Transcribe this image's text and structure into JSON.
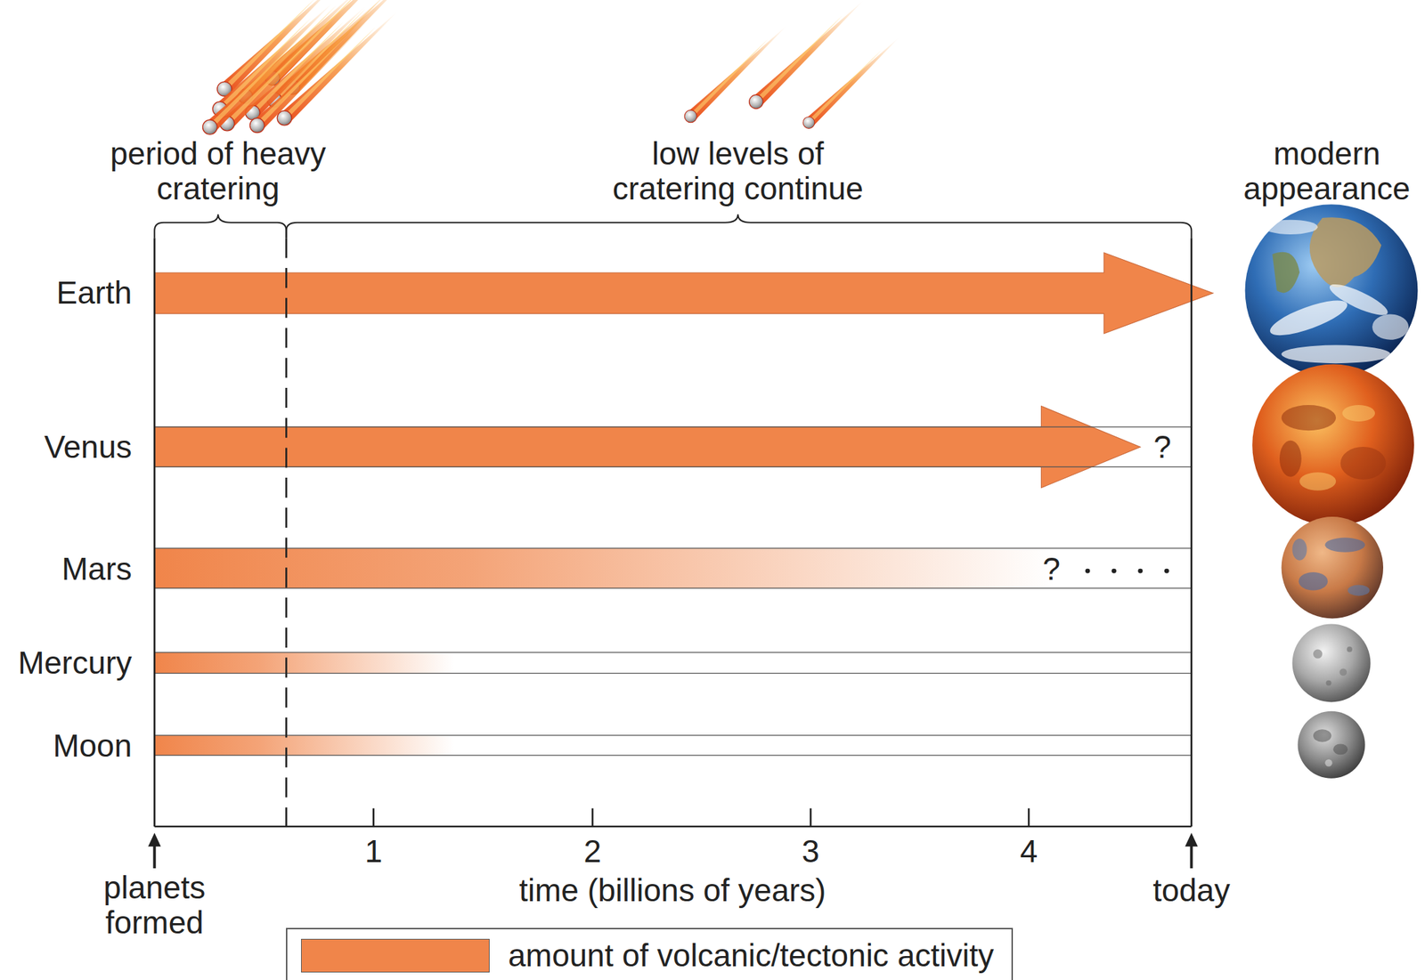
{
  "diagram": {
    "nodes": [
      {
        "text": [
          "Earth"
        ]
      },
      {
        "text": [
          "Venus",
          "?"
        ]
      },
      {
        "text": [
          "Mars",
          "?"
        ]
      },
      {
        "text": [
          "Mercury"
        ]
      },
      {
        "text": [
          "Moon"
        ]
      }
    ],
    "labels": [
      "period of heavy cratering",
      "low levels of cratering continue",
      "modern appearance",
      "1",
      "2",
      "3",
      "4",
      "planets formed",
      "time (billions of years)",
      "today"
    ],
    "legend": [
      {
        "text": "amount of volcanic/tectonic activity",
        "color": "#f0854a"
      }
    ]
  }
}
